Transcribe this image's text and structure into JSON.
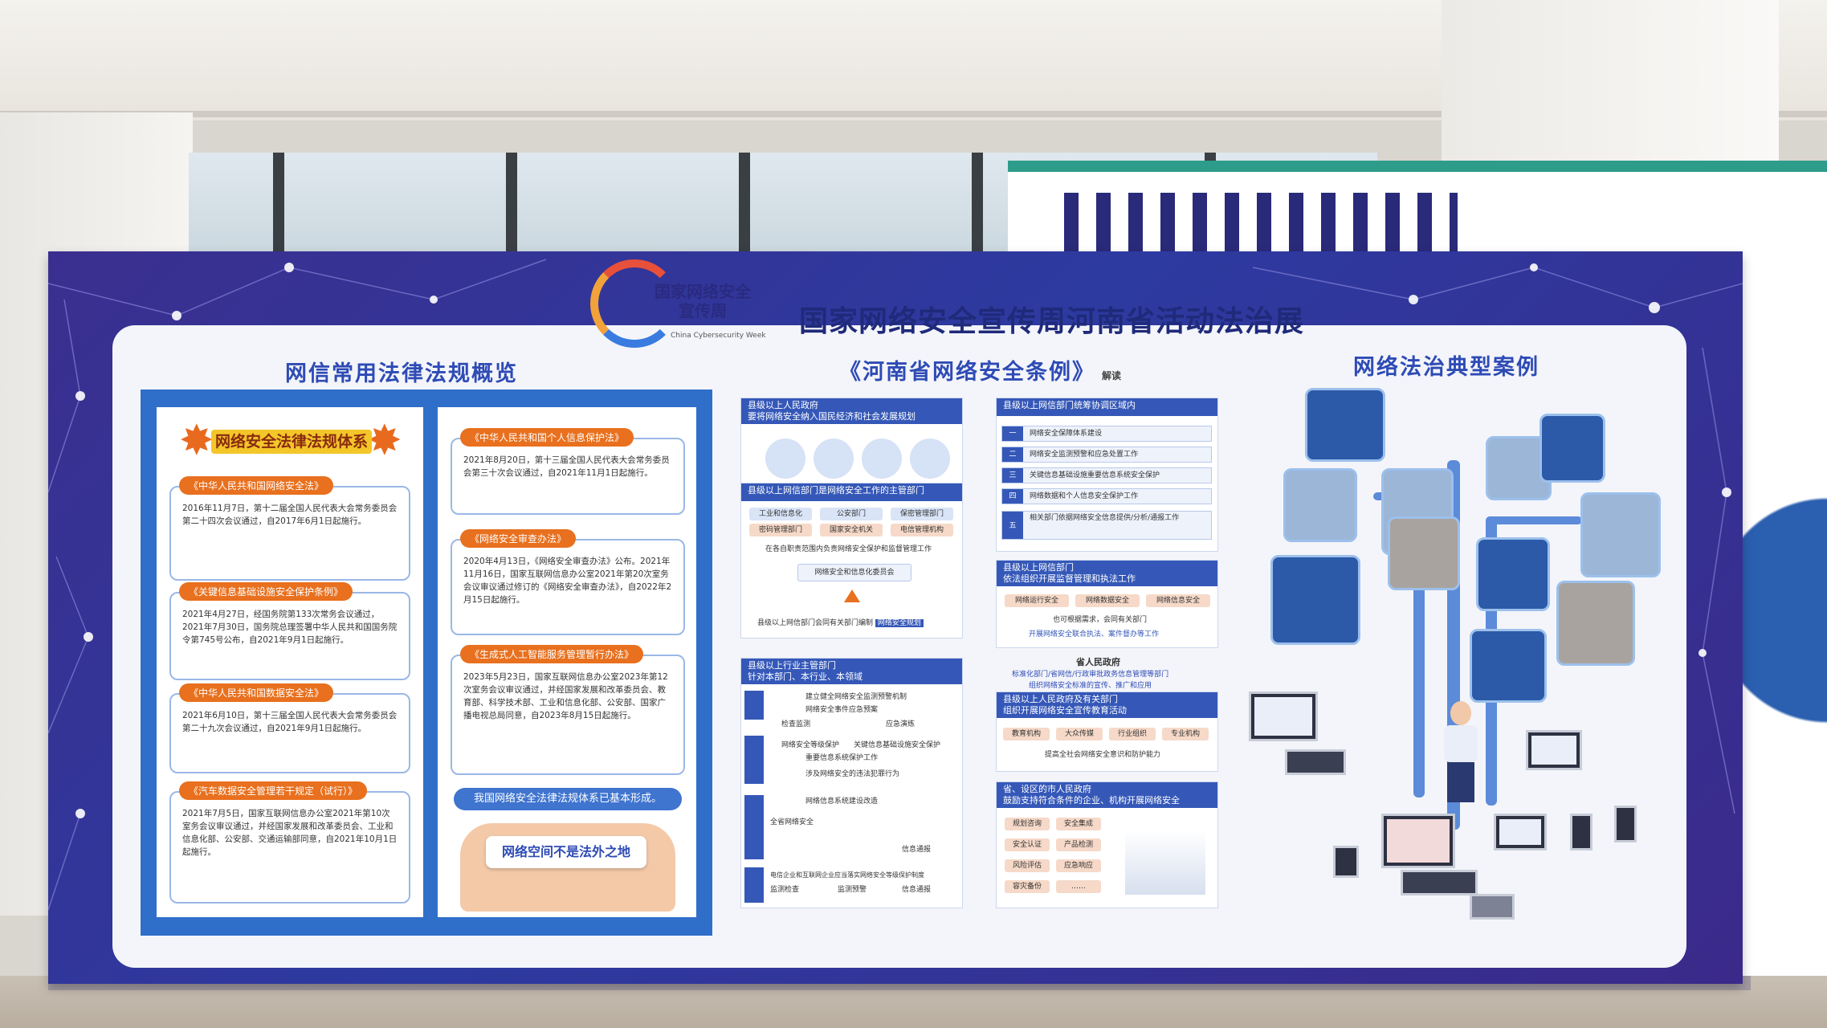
{
  "board": {
    "logo_text": "国家网络安全\n宣传周",
    "logo_sub": "China Cybersecurity Week",
    "main_title": "国家网络安全宣传周河南省活动法治展"
  },
  "left_section": {
    "title": "网信常用法律法规概览",
    "badge": "网络安全法律法规体系",
    "laws": [
      {
        "title": "《中华人民共和国网络安全法》",
        "body": "2016年11月7日，第十二届全国人民代表大会常务委员会第二十四次会议通过，自2017年6月1日起施行。"
      },
      {
        "title": "《关键信息基础设施安全保护条例》",
        "body": "2021年4月27日，经国务院第133次常务会议通过，2021年7月30日，国务院总理签署中华人民共和国国务院令第745号公布，自2021年9月1日起施行。"
      },
      {
        "title": "《中华人民共和国数据安全法》",
        "body": "2021年6月10日，第十三届全国人民代表大会常务委员会第二十九次会议通过，自2021年9月1日起施行。"
      },
      {
        "title": "《汽车数据安全管理若干规定（试行）》",
        "body": "2021年7月5日，国家互联网信息办公室2021年第10次室务会议审议通过，并经国家发展和改革委员会、工业和信息化部、公安部、交通运输部同意，自2021年10月1日起施行。"
      },
      {
        "title": "《中华人民共和国个人信息保护法》",
        "body": "2021年8月20日，第十三届全国人民代表大会常务委员会第三十次会议通过，自2021年11月1日起施行。"
      },
      {
        "title": "《网络安全审查办法》",
        "body": "2020年4月13日，《网络安全审查办法》公布。2021年11月16日，国家互联网信息办公室2021年第20次室务会议审议通过修订的《网络安全审查办法》，自2022年2月15日起施行。"
      },
      {
        "title": "《生成式人工智能服务管理暂行办法》",
        "body": "2023年5月23日，国家互联网信息办公室2023年第12次室务会议审议通过，并经国家发展和改革委员会、教育部、科学技术部、工业和信息化部、公安部、国家广播电视总局同意，自2023年8月15日起施行。"
      }
    ],
    "footer_band": "我国网络安全法律法规体系已基本形成。",
    "slogan": "网络空间不是法外之地"
  },
  "middle_section": {
    "title": "《河南省网络安全条例》",
    "note": "解读",
    "block1_head": "县级以上人民政府\n要将网络安全纳入国民经济和社会发展规划",
    "block2_head": "县级以上网信部门是网络安全工作的主管部门",
    "block2_chips": [
      "工业和信息化",
      "公安部门",
      "保密管理部门",
      "密码管理部门",
      "国家安全机关",
      "电信管理机构"
    ],
    "block2_mid": "在各自职责范围内负责网络安全保护和监督管理工作",
    "block2_committee": "网络安全和信息化委员会",
    "block2_bottom": "县级以上网信部门会同有关部门编制",
    "block2_bottom_hl": "网络安全规划",
    "block3_head": "县级以上行业主管部门\n针对本部门、本行业、本领域",
    "block3_lines": [
      "建立健全网络安全监测预警机制",
      "网络安全事件应急预案",
      "检查监测",
      "应急演练",
      "网络安全等级保护",
      "关键信息基础设施安全保护",
      "重要信息系统保护工作",
      "涉及网络安全的违法犯罪行为",
      "网络信息系统建设改造",
      "全省网络安全",
      "信息通报",
      "电信企业和互联网企业应当落实网络安全等级保护制度",
      "监测检查",
      "监测预警",
      "信息通报"
    ],
    "right_block1_head": "县级以上网信部门统筹协调区域内",
    "right_block1_rows": [
      "网络安全保障体系建设",
      "网络安全监测预警和应急处置工作",
      "关键信息基础设施重要信息系统安全保护",
      "网络数据和个人信息安全保护工作",
      "相关部门依据网络安全信息提供/分析/通报工作"
    ],
    "right_block2_head": "县级以上网信部门\n依法组织开展监督管理和执法工作",
    "right_block2_chips": [
      "网络运行安全",
      "网络数据安全",
      "网络信息安全"
    ],
    "right_block2_mid": "也可根据需求，会同有关部门",
    "right_block2_bottom": "开展网络安全联合执法、案件督办等工作",
    "right_block3_title": "省人民政府",
    "right_block3_sub": "标准化部门/省网信/行政审批政务信息管理等部门\n组织网络安全标准的宣传、推广和应用",
    "right_block4_head": "县级以上人民政府及有关部门\n组织开展网络安全宣传教育活动",
    "right_block4_chips": [
      "教育机构",
      "大众传媒",
      "行业组织",
      "专业机构"
    ],
    "right_block4_mid": "提高全社会网络安全意识和防护能力",
    "right_block5_head": "省、设区的市人民政府\n鼓励支持符合条件的企业、机构开展网络安全",
    "right_block5_chips": [
      "规划咨询",
      "安全集成",
      "安全认证",
      "产品检测",
      "风险评估",
      "应急响应",
      "容灾备份",
      "……"
    ]
  },
  "right_section": {
    "title": "网络法治典型案例"
  },
  "colors": {
    "board_blue": "#2d3aa0",
    "accent_orange": "#e8701e",
    "title_blue": "#2e4bb5",
    "badge_yellow": "#f3c629"
  }
}
